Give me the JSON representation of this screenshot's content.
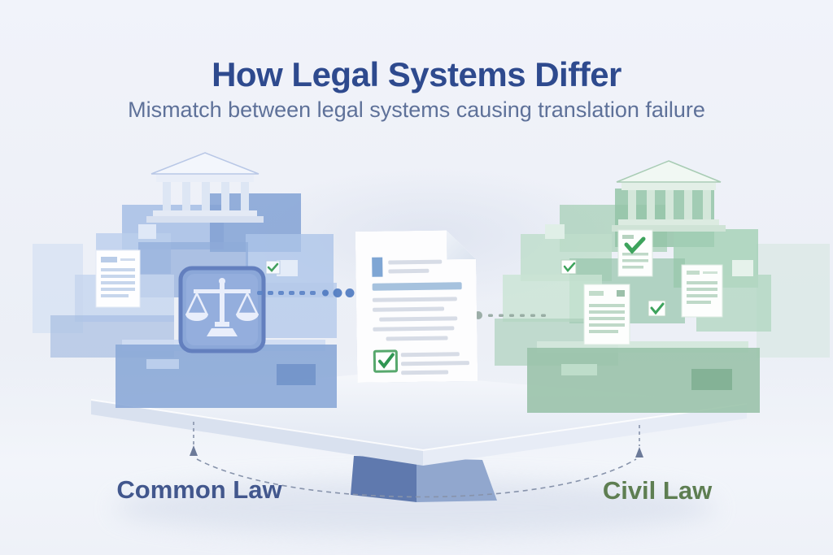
{
  "header": {
    "title": "How Legal Systems Differ",
    "subtitle": "Mismatch between legal systems causing translation failure"
  },
  "systems": {
    "left": {
      "label": "Common Law"
    },
    "right": {
      "label": "Civil Law"
    }
  },
  "colors": {
    "title_text": "#2e4a8e",
    "subtitle_text": "#5e7199",
    "common_law_label": "#42578d",
    "civil_law_label": "#5e7e52",
    "common_law_accent": "#7d9dd2",
    "civil_law_accent": "#8fc2a3",
    "check_green": "#3da35c",
    "pedestal_blue": "#5f79ae",
    "connector_blue": "#4d79c0",
    "connector_gray": "#8fa39a",
    "dashed_arc": "#8793ab"
  },
  "icons": {
    "left_stack": [
      "courthouse-icon",
      "scales-of-justice-icon",
      "document-icon",
      "checkbox-checked-icon"
    ],
    "center": [
      "document-icon",
      "checkbox-checked-icon"
    ],
    "right_stack": [
      "courthouse-icon",
      "document-checked-icon",
      "checkbox-checked-icon"
    ]
  }
}
